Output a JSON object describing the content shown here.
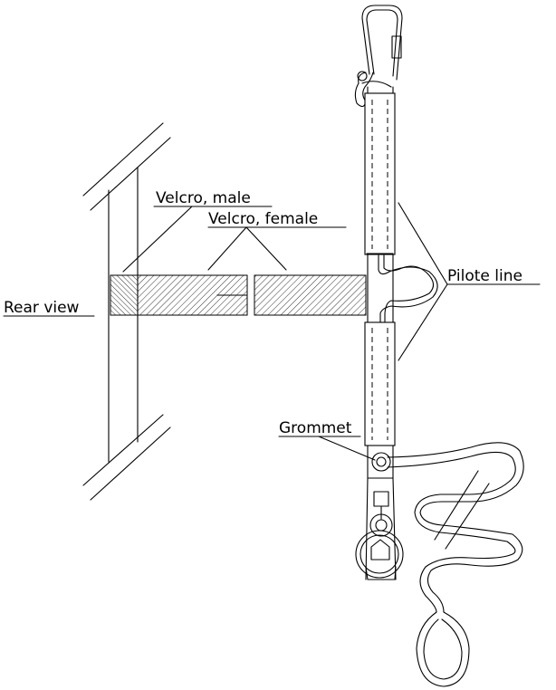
{
  "labels": {
    "velcro_male": "Velcro, male",
    "velcro_female": "Velcro, female",
    "rear_view": "Rear view",
    "pilote_line": "Pilote line",
    "grommet": "Grommet"
  }
}
